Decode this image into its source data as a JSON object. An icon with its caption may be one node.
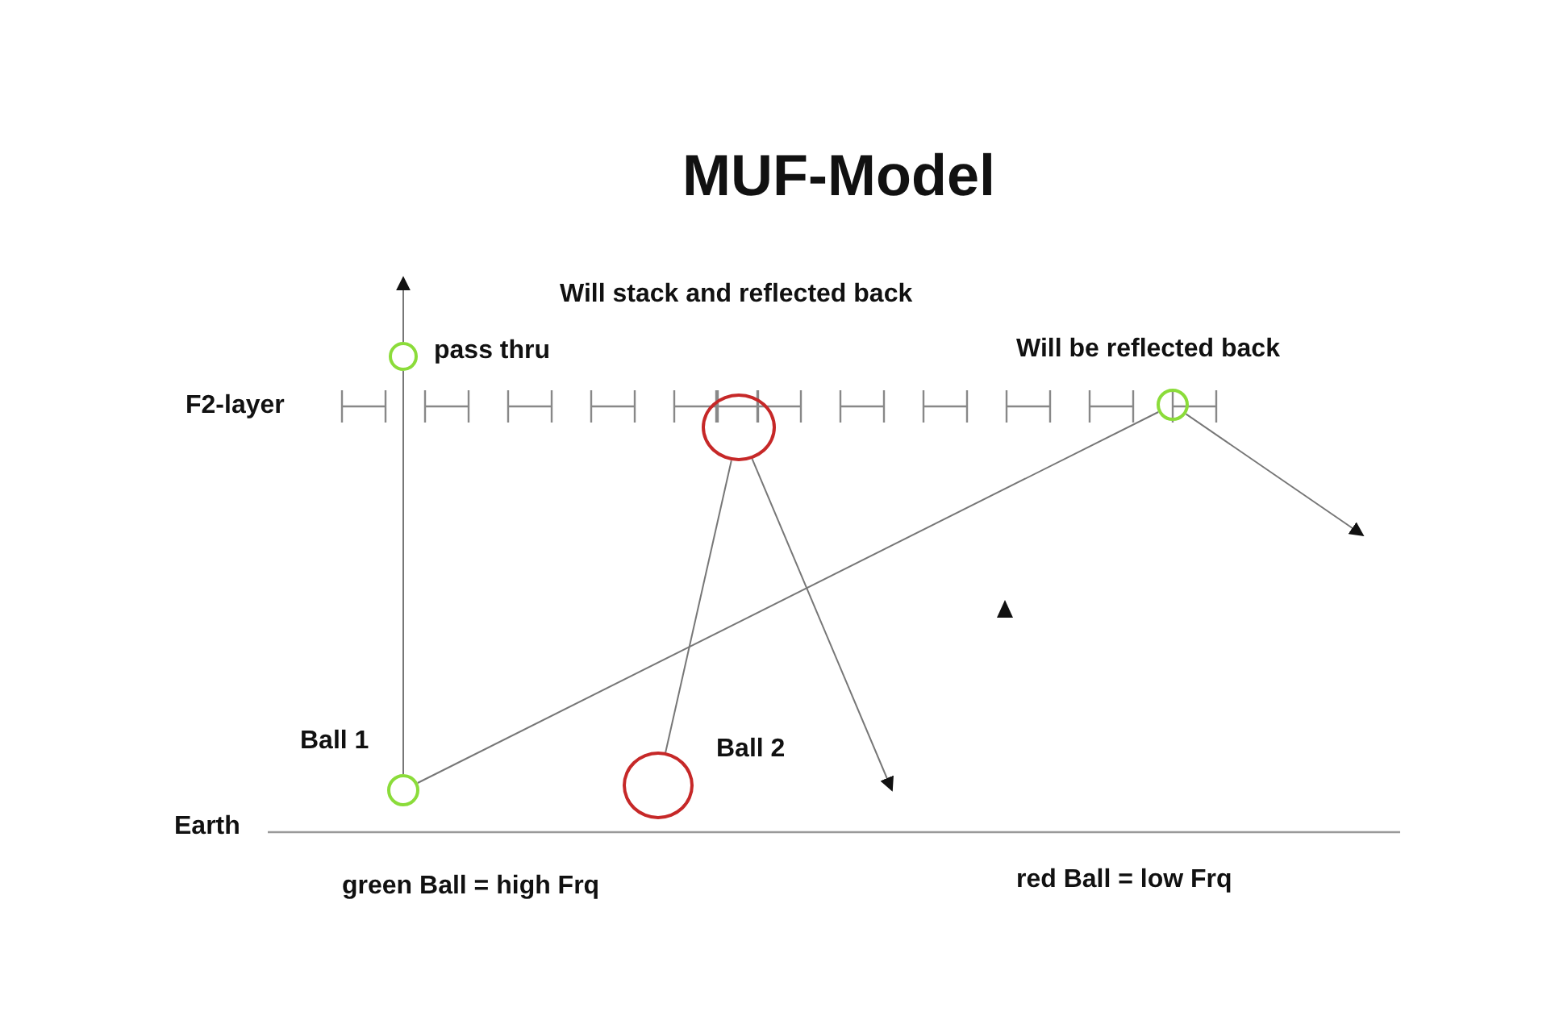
{
  "diagram": {
    "title": "MUF-Model",
    "nodes": [
      {
        "text": [],
        "shape": "circle",
        "beside": [
          "pass thru"
        ]
      },
      {
        "text": [],
        "shape": "circle",
        "beside": [
          "Will be reflected back"
        ]
      },
      {
        "text": [],
        "shape": "circle"
      },
      {
        "text": [],
        "shape": "circle",
        "beside": [
          "Ball 1"
        ]
      },
      {
        "text": [],
        "shape": "circle",
        "beside": [
          "Ball 2"
        ]
      }
    ],
    "edges": [
      {
        "from": 3,
        "to": 0,
        "arrow": "none"
      },
      {
        "from": 0,
        "to": null,
        "arrow": "to"
      },
      {
        "from": 3,
        "to": 1,
        "arrow": "none"
      },
      {
        "from": 1,
        "to": null,
        "arrow": "to"
      },
      {
        "from": 4,
        "to": 2,
        "arrow": "none"
      },
      {
        "from": 2,
        "to": null,
        "arrow": "to"
      }
    ],
    "labels": [
      "Will stack and reflected back",
      "F2-layer",
      "Earth",
      "green Ball = high Frq",
      "red Ball = low Frq"
    ]
  }
}
